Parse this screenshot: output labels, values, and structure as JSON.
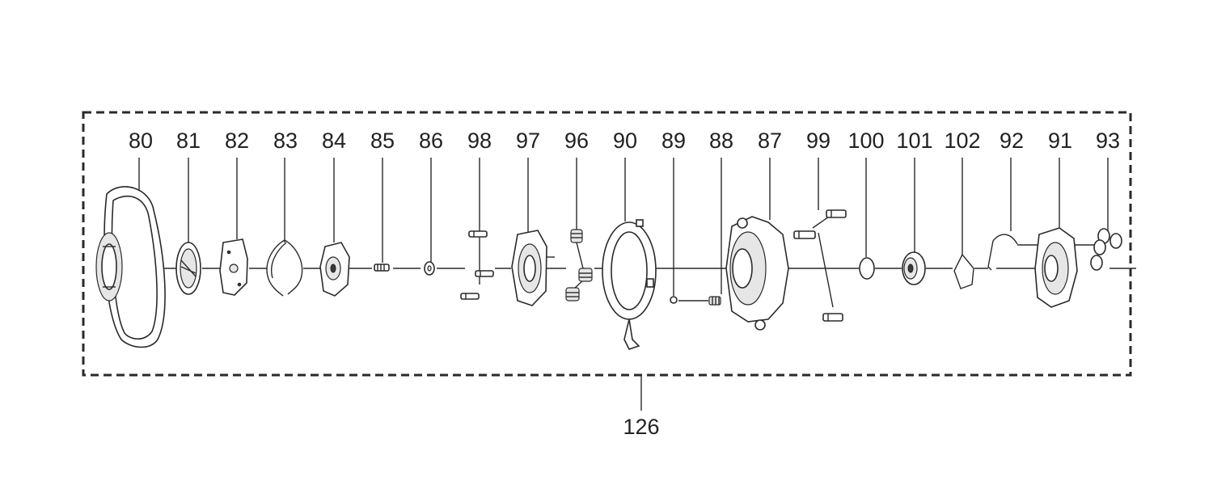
{
  "diagram": {
    "part_labels": [
      "80",
      "81",
      "82",
      "83",
      "84",
      "85",
      "86",
      "98",
      "97",
      "96",
      "90",
      "89",
      "88",
      "87",
      "99",
      "100",
      "101",
      "102",
      "92",
      "91",
      "93"
    ],
    "assembly_label": "126"
  },
  "colors": {
    "line": "#2a2a2a",
    "text": "#222222",
    "background": "#ffffff"
  }
}
